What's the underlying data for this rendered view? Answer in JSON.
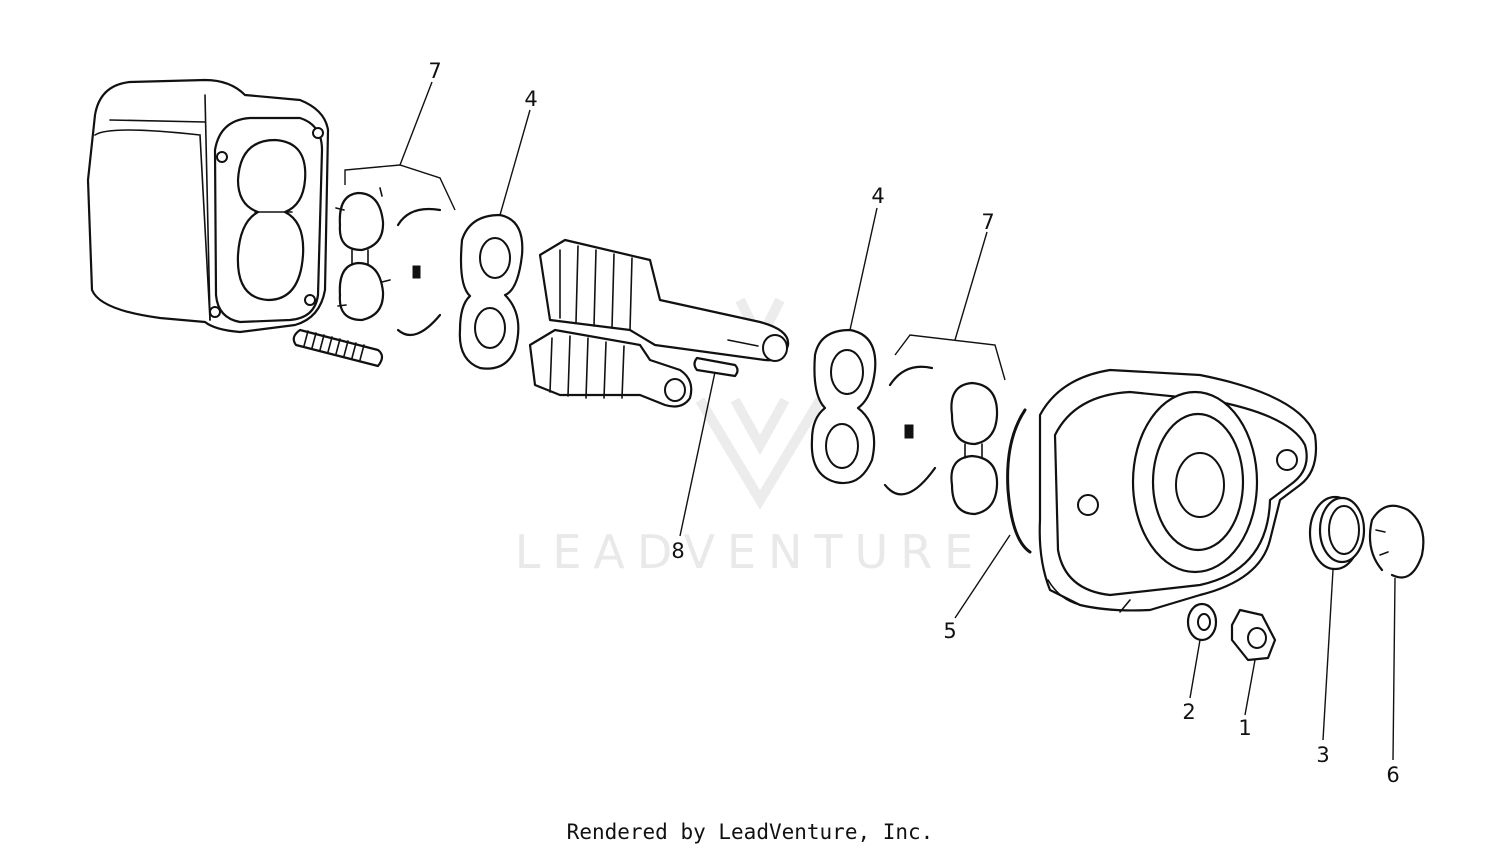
{
  "footer": "Rendered by LeadVenture, Inc.",
  "watermark": "LEADVENTURE",
  "callouts": [
    {
      "id": "c7a",
      "label": "7"
    },
    {
      "id": "c4a",
      "label": "4"
    },
    {
      "id": "c4b",
      "label": "4"
    },
    {
      "id": "c7b",
      "label": "7"
    },
    {
      "id": "c8",
      "label": "8"
    },
    {
      "id": "c5",
      "label": "5"
    },
    {
      "id": "c2",
      "label": "2"
    },
    {
      "id": "c1",
      "label": "1"
    },
    {
      "id": "c3",
      "label": "3"
    },
    {
      "id": "c6",
      "label": "6"
    }
  ]
}
